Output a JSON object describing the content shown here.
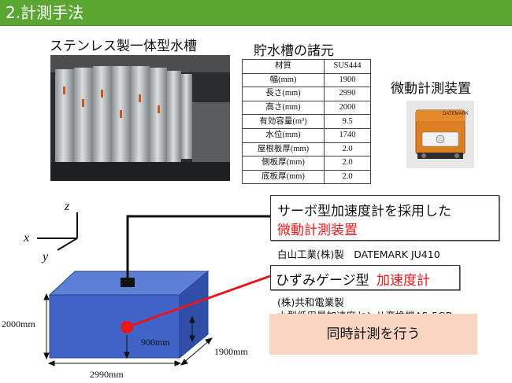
{
  "header": {
    "title": "2.計測手法"
  },
  "tank_photo": {
    "caption": "ステンレス製一体型水槽"
  },
  "spec_table": {
    "title": "貯水槽の諸元",
    "rows": [
      {
        "label": "材質",
        "value": "SUS444"
      },
      {
        "label": "幅(mm)",
        "value": "1900"
      },
      {
        "label": "長さ(mm)",
        "value": "2990"
      },
      {
        "label": "高さ(mm)",
        "value": "2000"
      },
      {
        "label": "有効容量(m³)",
        "value": "9.5"
      },
      {
        "label": "水位(mm)",
        "value": "1740"
      },
      {
        "label": "屋根板厚(mm)",
        "value": "2.0"
      },
      {
        "label": "側板厚(mm)",
        "value": "2.0"
      },
      {
        "label": "底板厚(mm)",
        "value": "2.0"
      }
    ]
  },
  "device": {
    "caption": "微動計測装置",
    "brand": "DATEMARK"
  },
  "callout_servo": {
    "line1": "サーボ型加速度計を採用した",
    "line2": "微動計測装置",
    "maker": "白山工業(株)製　DATEMARK JU410"
  },
  "callout_strain": {
    "text_black": "ひずみゲージ型",
    "text_red": "加速度計",
    "maker_line1": "(株)共和電業製",
    "maker_line2": "小型低用量加速度センサ変換機AS-5GB"
  },
  "simultaneous": {
    "label": "同時計測を行う"
  },
  "axes": {
    "x": "x",
    "y": "y",
    "z": "z"
  },
  "dimensions": {
    "height": "2000mm",
    "water": "900mm",
    "width": "1900mm",
    "length": "2990mm"
  },
  "colors": {
    "header": "#5ba632",
    "tank_front": "#3f63c6",
    "tank_top": "#5d7fd6",
    "tank_side": "#2f4fa8",
    "accent_red": "#e8171b",
    "sim_box": "#f8d6c2"
  }
}
